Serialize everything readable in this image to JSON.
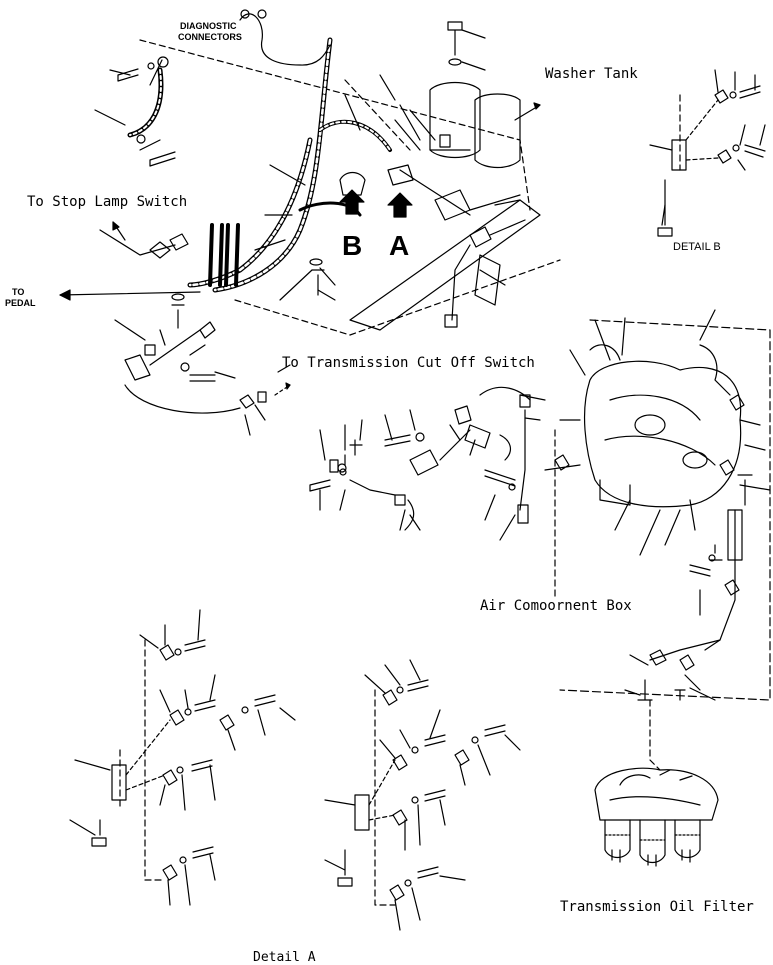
{
  "labels": {
    "diagnostic_connectors": [
      "DIAGNOSTIC",
      "CONNECTORS"
    ],
    "washer_tank": "Washer Tank",
    "stop_lamp_switch": "To Stop Lamp Switch",
    "to_pedal": [
      "TO",
      "PEDAL"
    ],
    "detail_b": "DETAIL B",
    "arrow_b": "B",
    "arrow_a": "A",
    "transmission_cut_off_switch": "To Transmission Cut Off Switch",
    "air_component_box": "Air Comoornent Box",
    "transmission_oil_filter": "Transmission Oil Filter",
    "detail_a": "Detail A"
  },
  "colors": {
    "ink": "#000000",
    "paper": "#ffffff"
  }
}
